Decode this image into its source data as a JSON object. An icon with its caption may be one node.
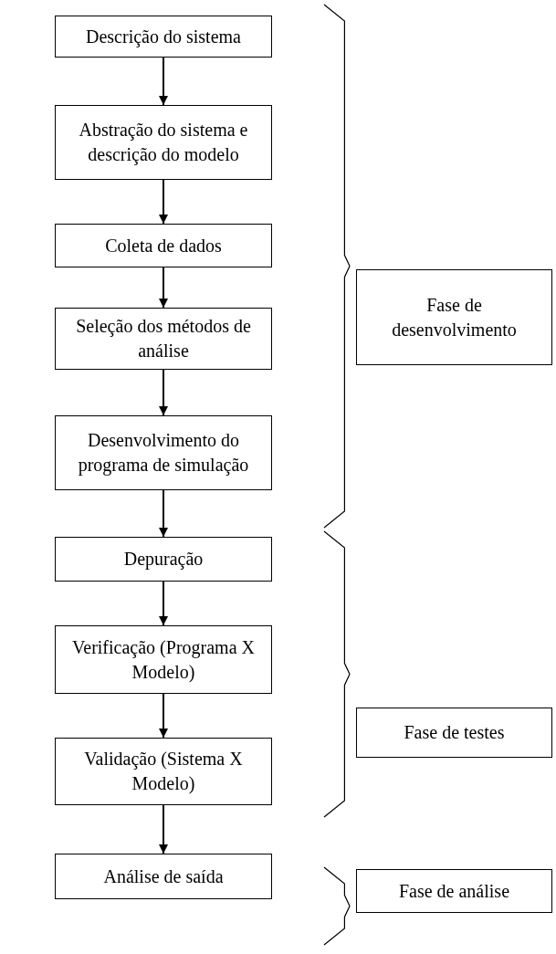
{
  "diagram": {
    "nodes": [
      {
        "text": [
          "Descrição do sistema"
        ]
      },
      {
        "text": [
          "Abstração do sistema e descrição do modelo"
        ]
      },
      {
        "text": [
          "Coleta de dados"
        ]
      },
      {
        "text": [
          "Seleção dos métodos de análise"
        ]
      },
      {
        "text": [
          "Desenvolvimento do programa de simulação"
        ]
      },
      {
        "text": [
          "Depuração"
        ]
      },
      {
        "text": [
          "Verificação (Programa X Modelo)"
        ]
      },
      {
        "text": [
          "Validação (Sistema X Modelo)"
        ]
      },
      {
        "text": [
          "Análise de saída"
        ]
      },
      {
        "text": [
          "Fase de desenvolvimento"
        ]
      },
      {
        "text": [
          "Fase de testes"
        ]
      },
      {
        "text": [
          "Fase de análise"
        ]
      }
    ],
    "edges": [
      {
        "from": 0,
        "to": 1,
        "arrow": "to"
      },
      {
        "from": 1,
        "to": 2,
        "arrow": "to"
      },
      {
        "from": 2,
        "to": 3,
        "arrow": "to"
      },
      {
        "from": 3,
        "to": 4,
        "arrow": "to"
      },
      {
        "from": 4,
        "to": 5,
        "arrow": "to"
      },
      {
        "from": 5,
        "to": 6,
        "arrow": "to"
      },
      {
        "from": 6,
        "to": 7,
        "arrow": "to"
      },
      {
        "from": 7,
        "to": 8,
        "arrow": "to"
      }
    ]
  }
}
